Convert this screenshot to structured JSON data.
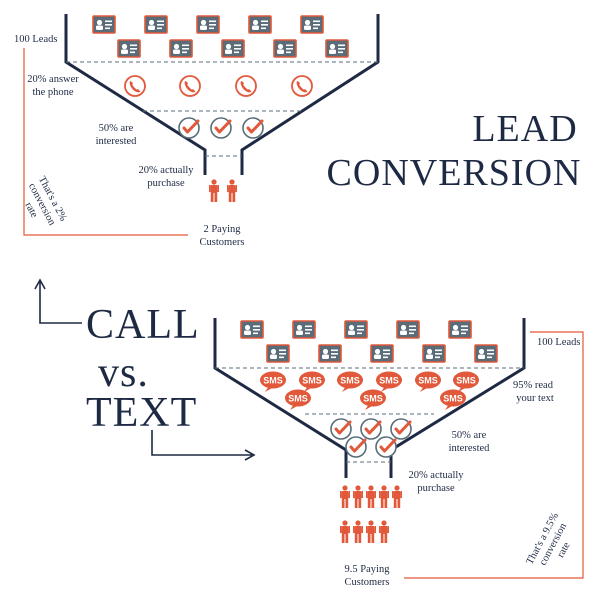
{
  "colors": {
    "navy": "#1e2a44",
    "orange": "#e2583a",
    "card_bg": "#5a6c78",
    "card_border": "#e2583a",
    "check_bg": "#ffffff"
  },
  "heading": {
    "line1": "LEAD",
    "line2": "CONVERSION",
    "call": "CALL",
    "vs": "vs.",
    "text": "TEXT"
  },
  "call_funnel": {
    "leads": "100 Leads",
    "stage1": [
      "20% answer",
      "the phone"
    ],
    "stage2": [
      "50% are",
      "interested"
    ],
    "stage3": [
      "20% actually",
      "purchase"
    ],
    "result": [
      "2 Paying",
      "Customers"
    ],
    "rate": [
      "That's a 2%",
      "conversion",
      "rate"
    ],
    "icons": {
      "lead_cards": 10,
      "phones": 4,
      "checks": 3,
      "people": 2
    }
  },
  "text_funnel": {
    "leads": "100 Leads",
    "stage1": [
      "95% read",
      "your text"
    ],
    "stage2": [
      "50% are",
      "interested"
    ],
    "stage3": [
      "20% actually",
      "purchase"
    ],
    "result": [
      "9.5 Paying",
      "Customers"
    ],
    "rate": [
      "That's a 9.5%",
      "conversion",
      "rate"
    ],
    "sms_label": "SMS",
    "icons": {
      "lead_cards": 10,
      "sms_bubbles": 9,
      "checks": 5,
      "people": 10
    }
  }
}
